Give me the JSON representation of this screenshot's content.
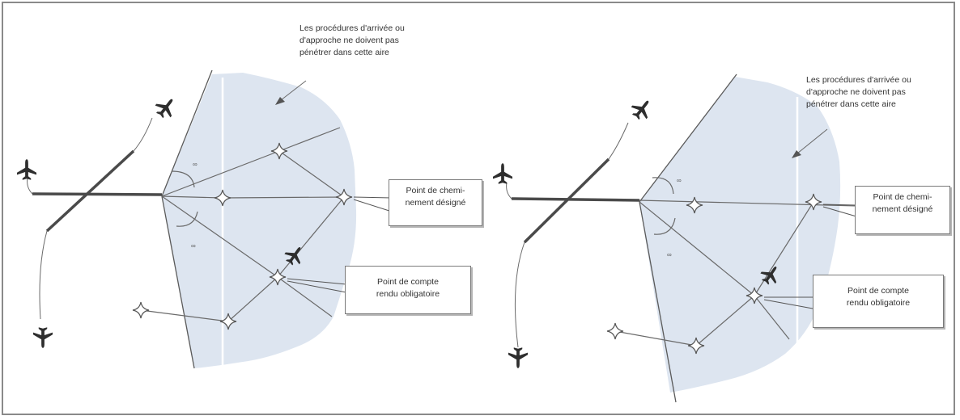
{
  "left_panel": {
    "annotation": {
      "line1": "Les procédures d'arrivée ou",
      "line2": "d'approche ne doivent pas",
      "line3": "pénétrer dans cette aire"
    },
    "waypoint_label": {
      "line1": "Point de chemi-",
      "line2": "nement désigné"
    },
    "reporting_label": {
      "line1": "Point de compte",
      "line2": "rendu obligatoire"
    }
  },
  "right_panel": {
    "annotation": {
      "line1": "Les procédures d'arrivée ou",
      "line2": "d'approche ne doivent pas",
      "line3": "pénétrer dans cette aire"
    },
    "waypoint_label": {
      "line1": "Point de chemi-",
      "line2": "nement désigné"
    },
    "reporting_label": {
      "line1": "Point de compte",
      "line2": "rendu obligatoire"
    }
  },
  "colors": {
    "restricted_area": "#dde5f0",
    "line": "#5a5a5a",
    "runway": "#4a4a4a",
    "aircraft": "#2e2e2e"
  }
}
